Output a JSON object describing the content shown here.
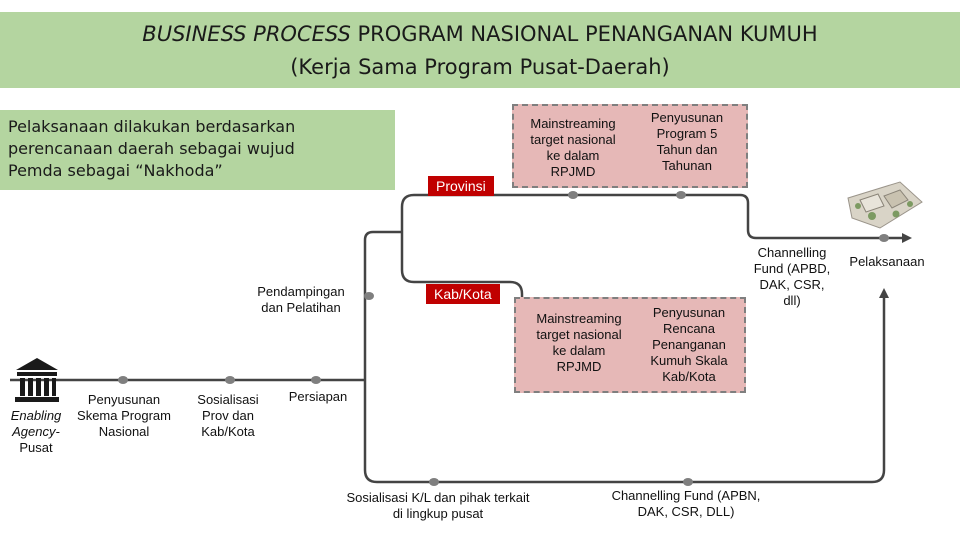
{
  "title": {
    "line1_italic": "BUSINESS PROCESS",
    "line1_rest": " PROGRAM NASIONAL PENANGANAN KUMUH",
    "line2": "(Kerja Sama Program Pusat-Daerah)"
  },
  "info": {
    "line1": "Pelaksanaan dilakukan berdasarkan",
    "line2": "perencanaan daerah sebagai wujud",
    "line3": "Pemda sebagai “Nakhoda”"
  },
  "levels": {
    "provinsi": "Provinsi",
    "kabkota": "Kab/Kota"
  },
  "provinsi_box": {
    "left": [
      "Mainstreaming",
      "target nasional",
      "ke dalam",
      "RPJMD"
    ],
    "right": [
      "Penyusunan",
      "Program 5",
      "Tahun dan",
      "Tahunan"
    ]
  },
  "kabkota_box": {
    "left": [
      "Mainstreaming",
      "target nasional",
      "ke dalam",
      "RPJMD"
    ],
    "right": [
      "Penyusunan",
      "Rencana",
      "Penanganan",
      "Kumuh Skala",
      "Kab/Kota"
    ]
  },
  "nodes": {
    "pendampingan": [
      "Pendampingan",
      "dan Pelatihan"
    ],
    "enabling": [
      "Enabling",
      "Agency-",
      "Pusat"
    ],
    "penyusunan_skema": [
      "Penyusunan",
      "Skema Program",
      "Nasional"
    ],
    "sosialisasi_prov": [
      "Sosialisasi",
      "Prov dan",
      "Kab/Kota"
    ],
    "persiapan": "Persiapan",
    "channelling_daerah": [
      "Channelling",
      "Fund (APBD,",
      "DAK, CSR,",
      "dll)"
    ],
    "pelaksanaan": "Pelaksanaan",
    "sosialisasi_kl": [
      "Sosialisasi  K/L dan pihak terkait",
      "di lingkup pusat"
    ],
    "channelling_pusat": [
      "Channelling Fund (APBN,",
      "DAK, CSR, DLL)"
    ]
  },
  "icons": {
    "institution": "government-building-icon",
    "site": "settlement-site-icon"
  },
  "colors": {
    "green": "#b4d5a0",
    "red": "#c00000",
    "pink": "#e6b8b7",
    "line": "#444444",
    "dot": "#7f7f7f"
  }
}
